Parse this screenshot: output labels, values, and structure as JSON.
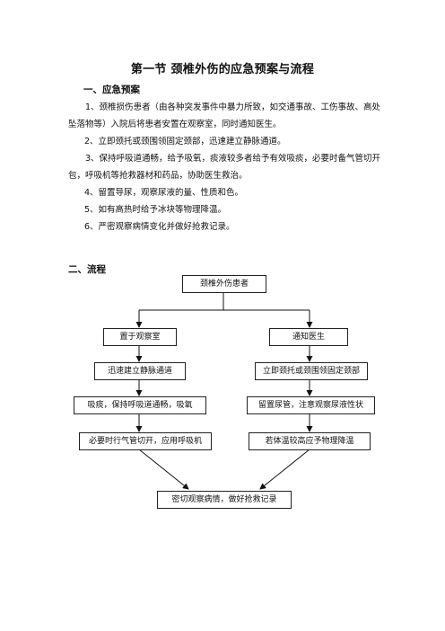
{
  "title": "第一节  颈椎外伤的应急预案与流程",
  "section1": {
    "heading": "一、应急预案",
    "items": [
      "1、颈椎损伤患者（由各种突发事件中暴力所致，如交通事故、工伤事故、高处坠落物等）入院后将患者安置在观察室，同时通知医生。",
      "2、立即颈托或颈围领固定颈部，迅速建立静脉通道。",
      "3、保持呼吸道通畅，给予吸氧，痰液较多者给予有效吸痰，必要时备气管切开包，呼吸机等抢救器材和药品，协助医生救治。",
      "4、留置导尿，观察尿液的量、性质和色。",
      "5、如有高热时给予冰块等物理降温。",
      "6、严密观察病情变化并做好抢救记录。"
    ]
  },
  "section2": {
    "heading": "二、流程"
  },
  "flow": {
    "start": "颈椎外伤患者",
    "left": [
      "置于观察室",
      "迅速建立静脉通道",
      "吸痰，保持呼吸道通畅，吸氧",
      "必要时行气管切开，应用呼吸机"
    ],
    "right": [
      "通知医生",
      "立即颈托或颈围领固定颈部",
      "留置尿管，注意观察尿液性状",
      "若体温较高应予物理降温"
    ],
    "end": "密切观察病情，做好抢救记录"
  }
}
